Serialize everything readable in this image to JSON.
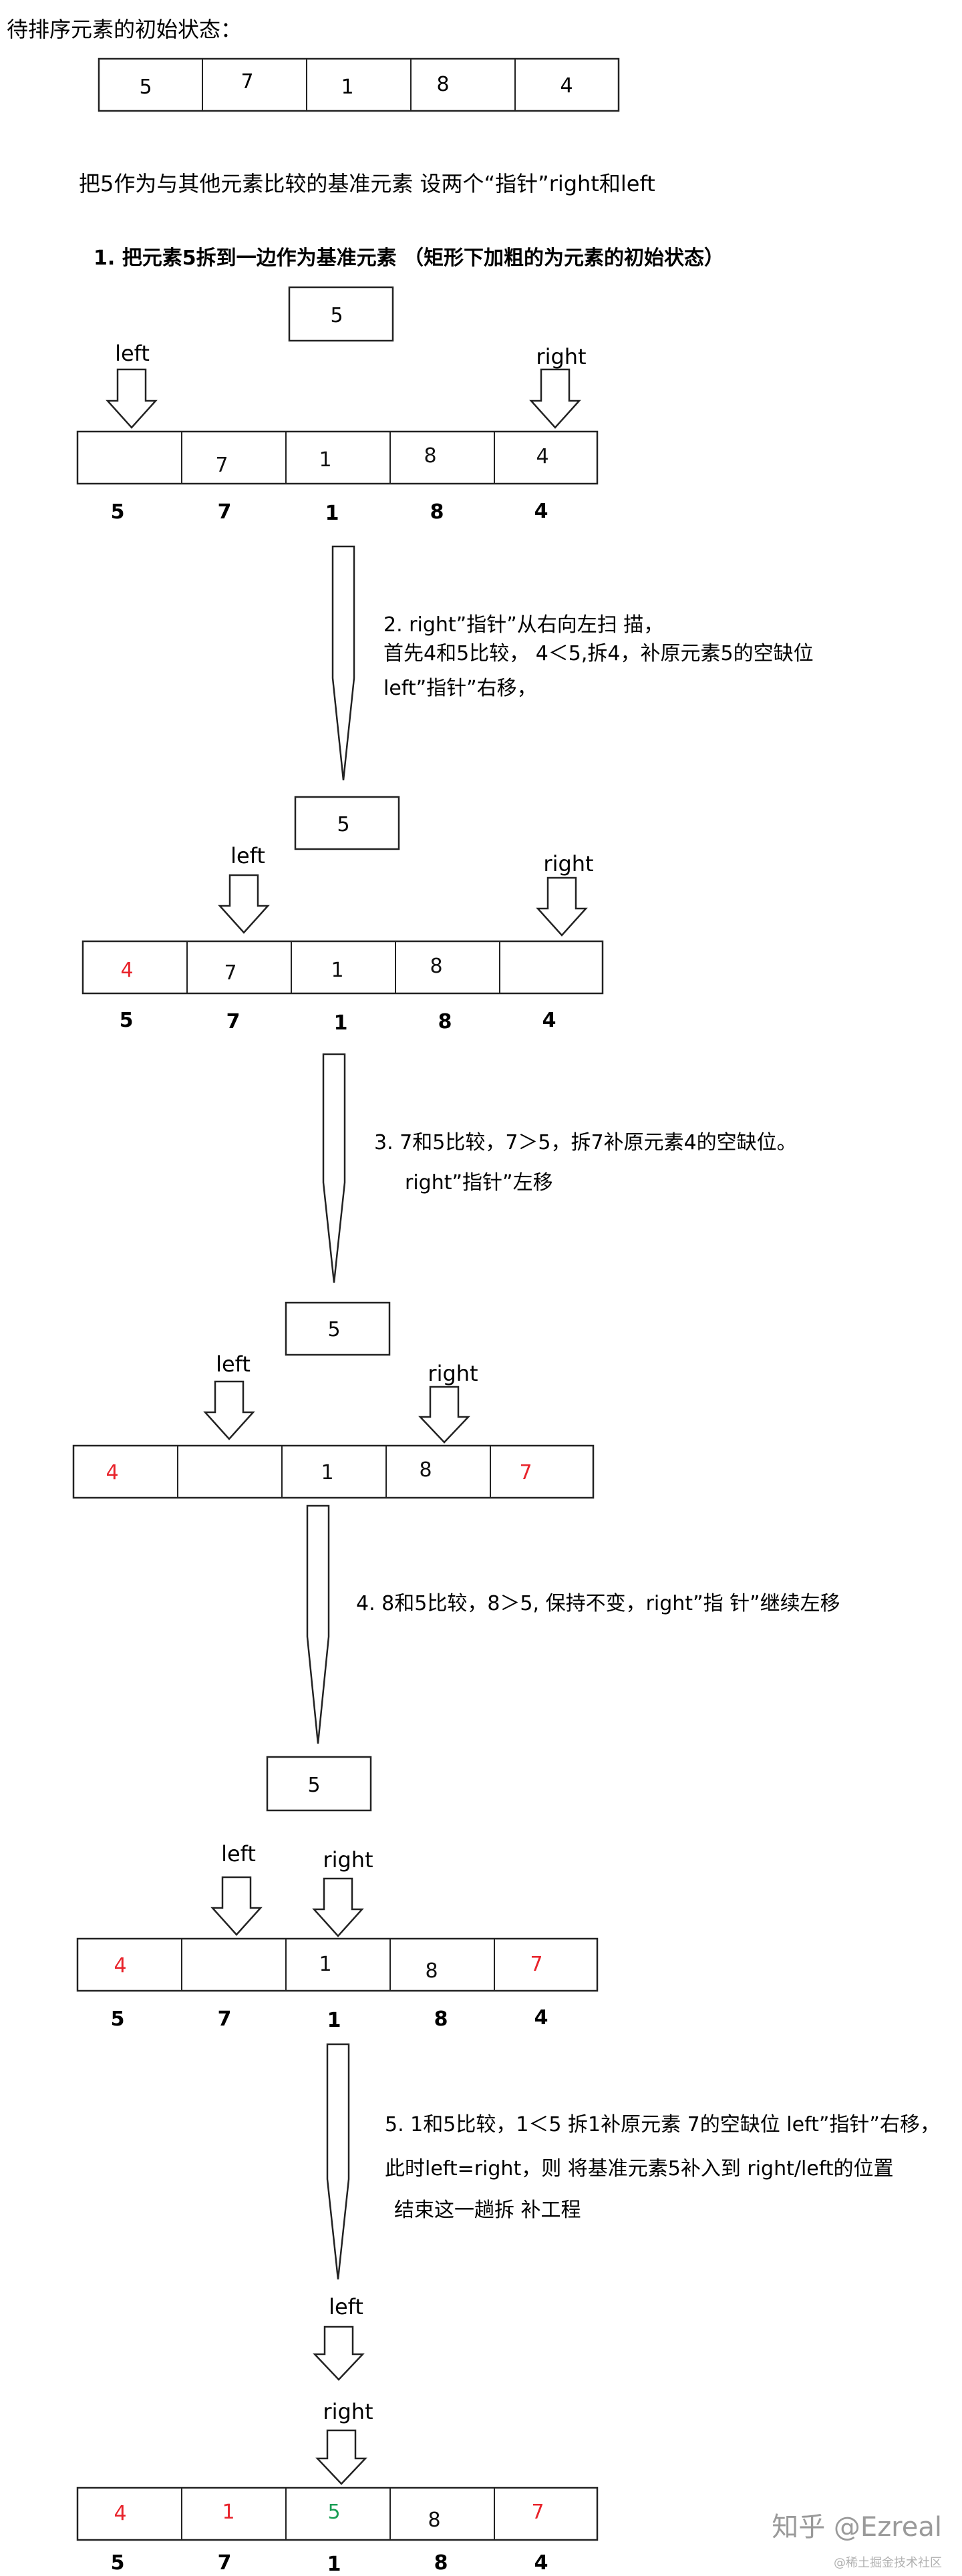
{
  "intro": {
    "title": "待排序元素的初始状态：",
    "array": [
      "5",
      "7",
      "1",
      "8",
      "4"
    ],
    "description": "把5作为与其他元素比较的基准元素   设两个“指针”right和left"
  },
  "pointer_labels": {
    "left": "left",
    "right": "right"
  },
  "stages": [
    {
      "heading": [
        "1.  把元素5拆到一边作为基准元素   （矩形下加粗的为元素的初始状态）"
      ],
      "pivot": "5",
      "cells": [
        {
          "text": "",
          "color": "black"
        },
        {
          "text": "7",
          "color": "black"
        },
        {
          "text": "1",
          "color": "black"
        },
        {
          "text": "8",
          "color": "black"
        },
        {
          "text": "4",
          "color": "black"
        }
      ],
      "initial_row": [
        "5",
        "7",
        "1",
        "8",
        "4"
      ]
    },
    {
      "heading": [
        "2.  right”指针”从右向左扫 描，",
        "首先4和5比较， 4＜5,拆4，补原元素5的空缺位",
        "left”指针”右移，"
      ],
      "pivot": "5",
      "cells": [
        {
          "text": "4",
          "color": "red"
        },
        {
          "text": "7",
          "color": "black"
        },
        {
          "text": "1",
          "color": "black"
        },
        {
          "text": "8",
          "color": "black"
        },
        {
          "text": "",
          "color": "black"
        }
      ],
      "initial_row": [
        "5",
        "7",
        "1",
        "8",
        "4"
      ]
    },
    {
      "heading": [
        "3.  7和5比较，7＞5，拆7补原元素4的空缺位。",
        "right”指针”左移"
      ],
      "pivot": "5",
      "cells": [
        {
          "text": "4",
          "color": "red"
        },
        {
          "text": "",
          "color": "black"
        },
        {
          "text": "1",
          "color": "black"
        },
        {
          "text": "8",
          "color": "black"
        },
        {
          "text": "7",
          "color": "red"
        }
      ],
      "initial_row": []
    },
    {
      "heading": [
        "4.  8和5比较，8＞5, 保持不变，right”指 针”继续左移"
      ],
      "pivot": "5",
      "cells": [
        {
          "text": "4",
          "color": "red"
        },
        {
          "text": "",
          "color": "black"
        },
        {
          "text": "1",
          "color": "black"
        },
        {
          "text": "8",
          "color": "black"
        },
        {
          "text": "7",
          "color": "red"
        }
      ],
      "initial_row": [
        "5",
        "7",
        "1",
        "8",
        "4"
      ]
    },
    {
      "heading": [
        "5.  1和5比较，1＜5 拆1补原元素 7的空缺位    left”指针”右移，",
        "此时left=right，则 将基准元素5补入到 right/left的位置",
        "结束这一趟拆 补工程"
      ],
      "pivot": "",
      "cells": [
        {
          "text": "4",
          "color": "red"
        },
        {
          "text": "1",
          "color": "red"
        },
        {
          "text": "5",
          "color": "green"
        },
        {
          "text": "8",
          "color": "black"
        },
        {
          "text": "7",
          "color": "red"
        }
      ],
      "initial_row": [
        "5",
        "7",
        "1",
        "8",
        "4"
      ]
    }
  ],
  "watermark": "知乎 @Ezreal",
  "watermark_small": "@稀土掘金技术社区",
  "colors": {
    "ink": "#111111",
    "red": "#e8232b",
    "green": "#1a9e55",
    "box_border": "#222222",
    "watermark": "#9a9a9a"
  }
}
